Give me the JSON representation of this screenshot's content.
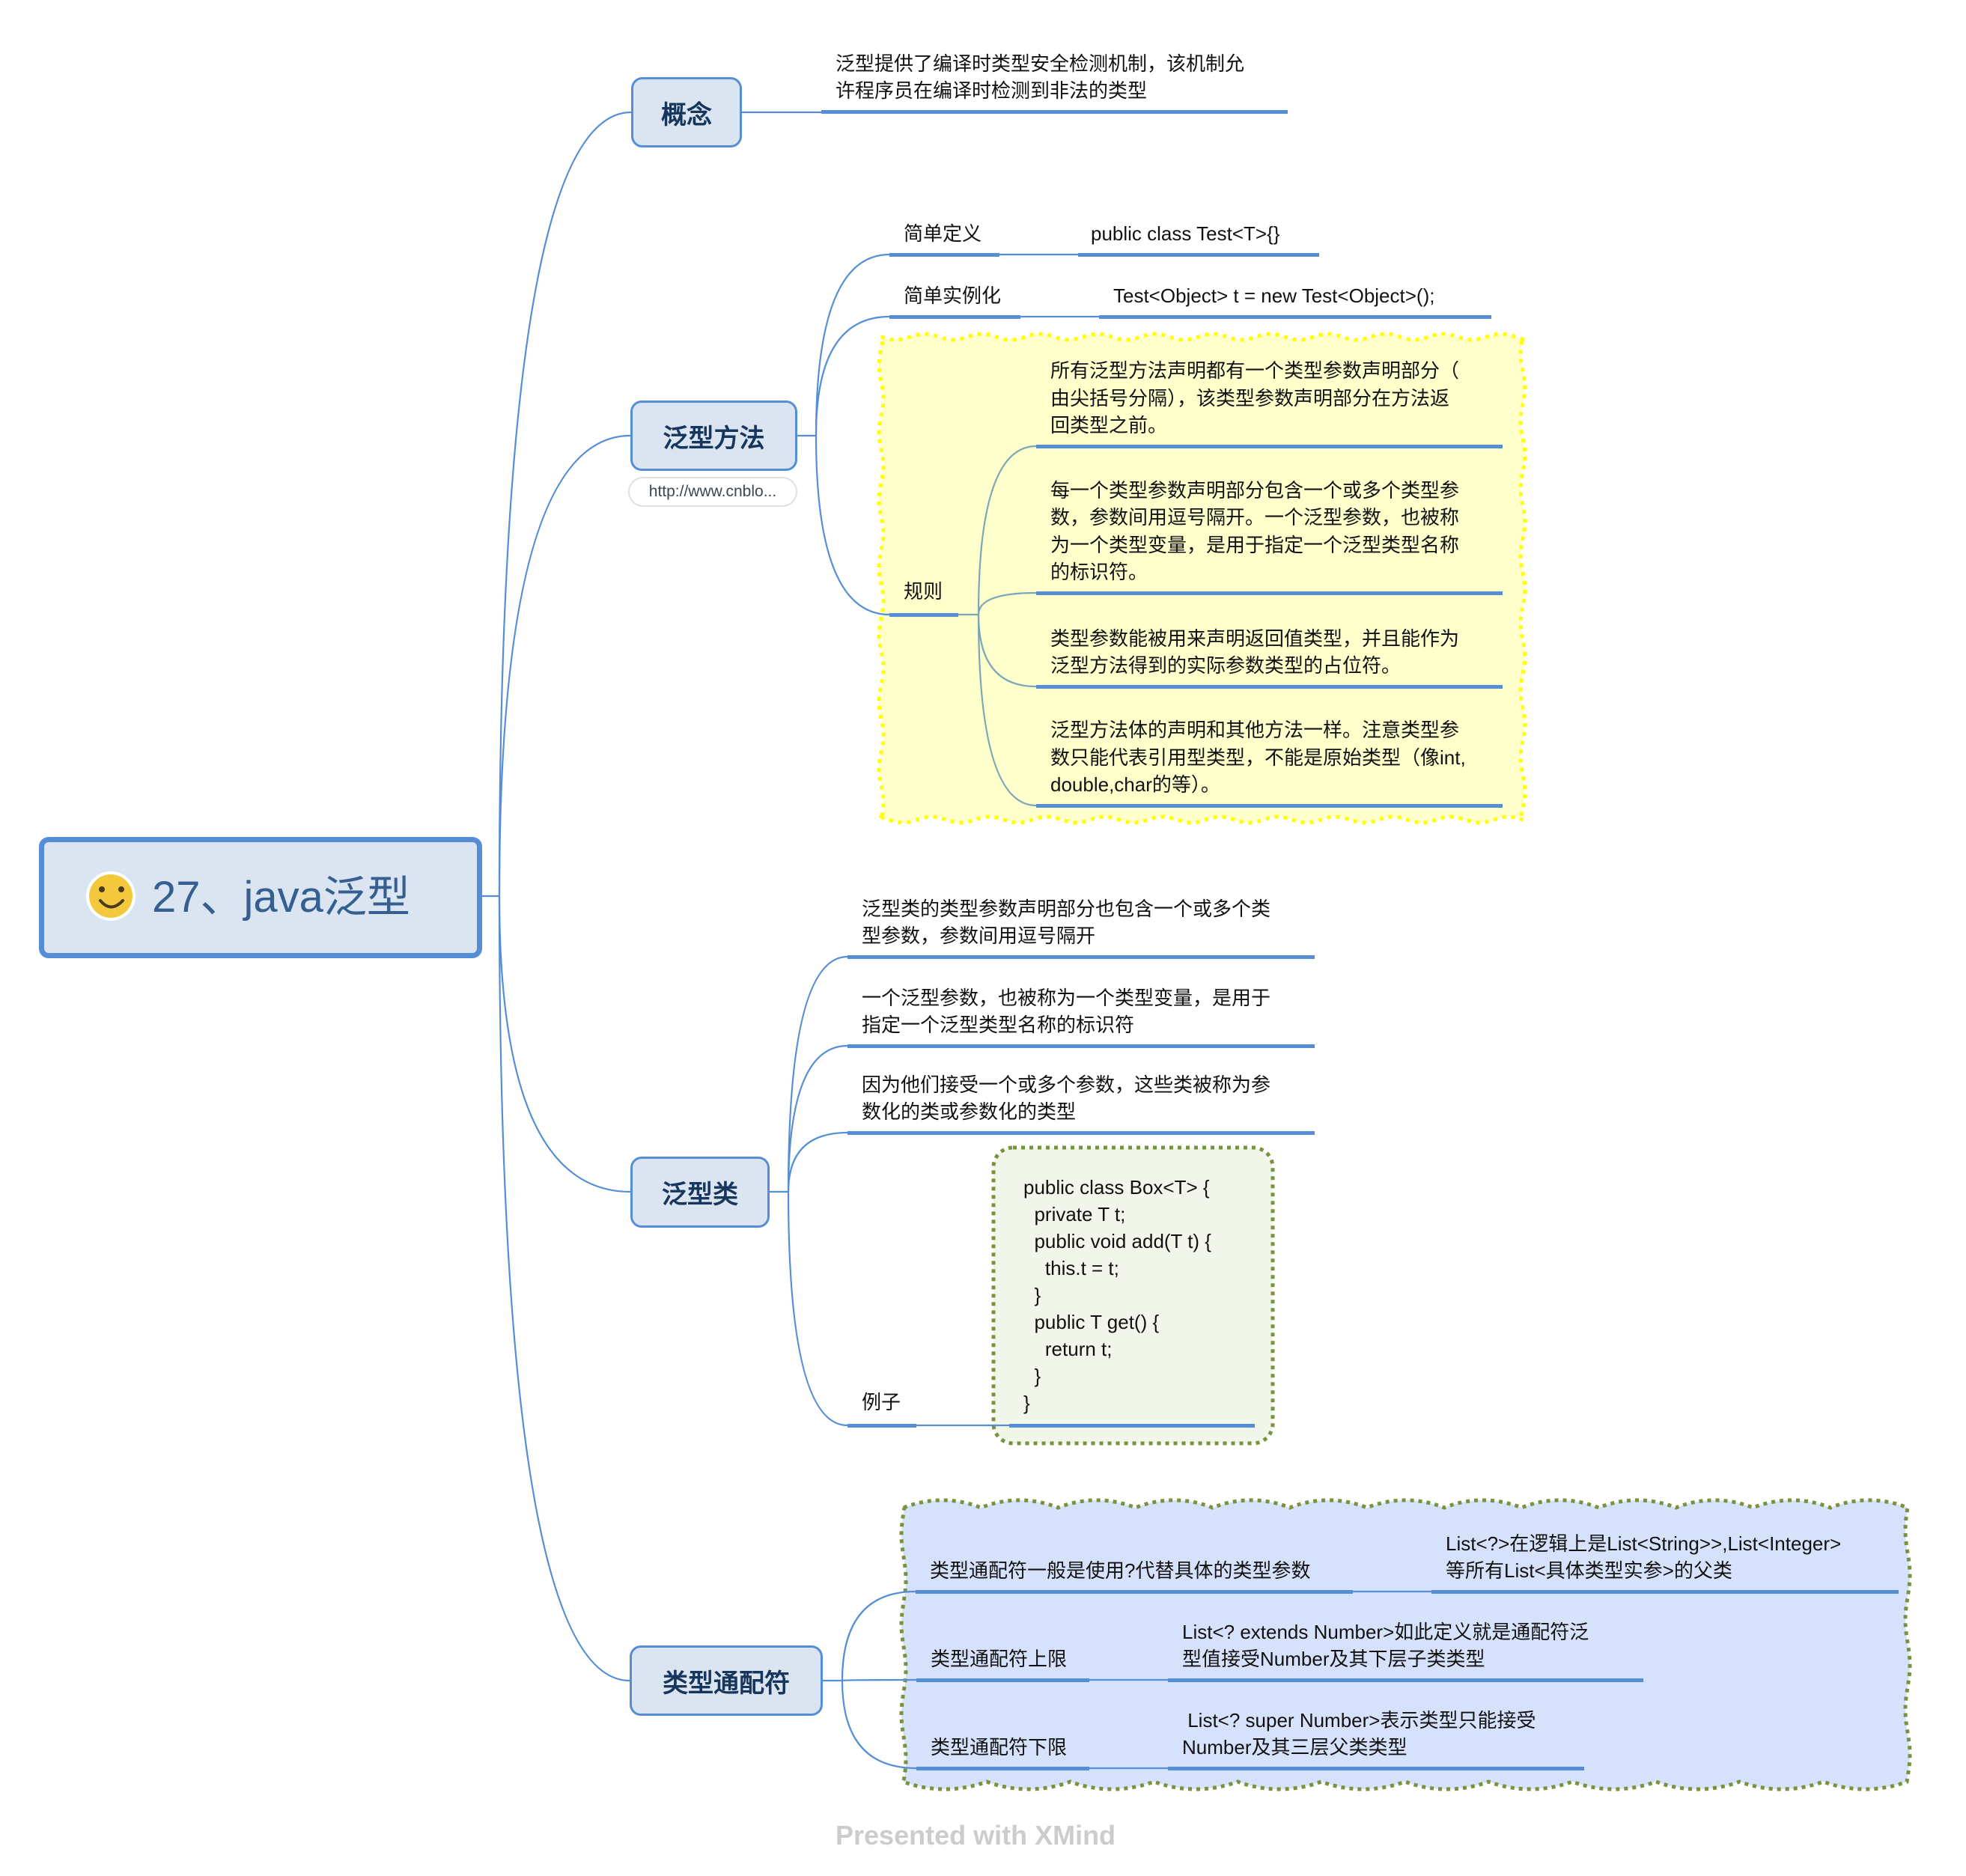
{
  "app": "XMind",
  "root": {
    "title": "27、java泛型",
    "icon": "smiley-icon"
  },
  "topics": [
    {
      "title": "概念",
      "children": [
        {
          "lines": [
            "泛型提供了编译时类型安全检测机制，该机制允",
            "许程序员在编译时检测到非法的类型"
          ]
        }
      ]
    },
    {
      "title": "泛型方法",
      "link_label": "http://www.cnblo...",
      "children": [
        {
          "title": "简单定义",
          "children": [
            {
              "lines": [
                "public class Test<T>{}"
              ]
            }
          ]
        },
        {
          "title": "简单实例化",
          "children": [
            {
              "lines": [
                "Test<Object> t = new Test<Object>();"
              ]
            }
          ]
        },
        {
          "title": "规则",
          "children": [
            {
              "lines": [
                "所有泛型方法声明都有一个类型参数声明部分（",
                "由尖括号分隔），该类型参数声明部分在方法返",
                "回类型之前。"
              ]
            },
            {
              "lines": [
                "每一个类型参数声明部分包含一个或多个类型参",
                "数，参数间用逗号隔开。一个泛型参数，也被称",
                "为一个类型变量，是用于指定一个泛型类型名称",
                "的标识符。"
              ]
            },
            {
              "lines": [
                "类型参数能被用来声明返回值类型，并且能作为",
                "泛型方法得到的实际参数类型的占位符。"
              ]
            },
            {
              "lines": [
                "泛型方法体的声明和其他方法一样。注意类型参",
                "数只能代表引用型类型，不能是原始类型（像int,",
                "double,char的等）。"
              ]
            }
          ]
        }
      ]
    },
    {
      "title": "泛型类",
      "children": [
        {
          "lines": [
            "泛型类的类型参数声明部分也包含一个或多个类",
            "型参数，参数间用逗号隔开"
          ]
        },
        {
          "lines": [
            "一个泛型参数，也被称为一个类型变量，是用于",
            "指定一个泛型类型名称的标识符"
          ]
        },
        {
          "lines": [
            "因为他们接受一个或多个参数，这些类被称为参",
            "数化的类或参数化的类型"
          ]
        },
        {
          "title": "例子",
          "children": [
            {
              "lines": [
                "public class Box<T> {",
                "  private T t;",
                "  public void add(T t) {",
                "    this.t = t;",
                "  }",
                "  public T get() {",
                "    return t;",
                "  }",
                "}"
              ]
            }
          ]
        }
      ]
    },
    {
      "title": "类型通配符",
      "children": [
        {
          "title": "类型通配符一般是使用?代替具体的类型参数",
          "children": [
            {
              "lines": [
                "List<?>在逻辑上是List<String>>,List<Integer>",
                "等所有List<具体类型实参>的父类"
              ]
            }
          ]
        },
        {
          "title": "类型通配符上限",
          "children": [
            {
              "lines": [
                "List<? extends Number>如此定义就是通配符泛",
                "型值接受Number及其下层子类类型"
              ]
            }
          ]
        },
        {
          "title": "类型通配符下限",
          "children": [
            {
              "lines": [
                " List<? super Number>表示类型只能接受",
                "Number及其三层父类类型"
              ]
            }
          ]
        }
      ]
    }
  ],
  "footer": "Presented with XMind",
  "theme": {
    "line": "#558ed5",
    "inner-line": "#7aa6b6",
    "topic-fill": "#dbe5f1",
    "topic-border": "#558ed5",
    "topic-text": "#17365d",
    "root-text": "#365f91",
    "text": "#111111",
    "footer": "#cccccc",
    "boundary_rules_fill": "#ffffcc",
    "boundary_rules_stroke": "#ffff00",
    "boundary_example_fill": "#f2f6ea",
    "boundary_example_stroke": "#77933c",
    "boundary_wildcard_fill": "#d6e1fb",
    "boundary_wildcard_stroke": "#77933c",
    "smiley_fill": "#f4c83c",
    "smiley_features": "#4a3b1c"
  }
}
